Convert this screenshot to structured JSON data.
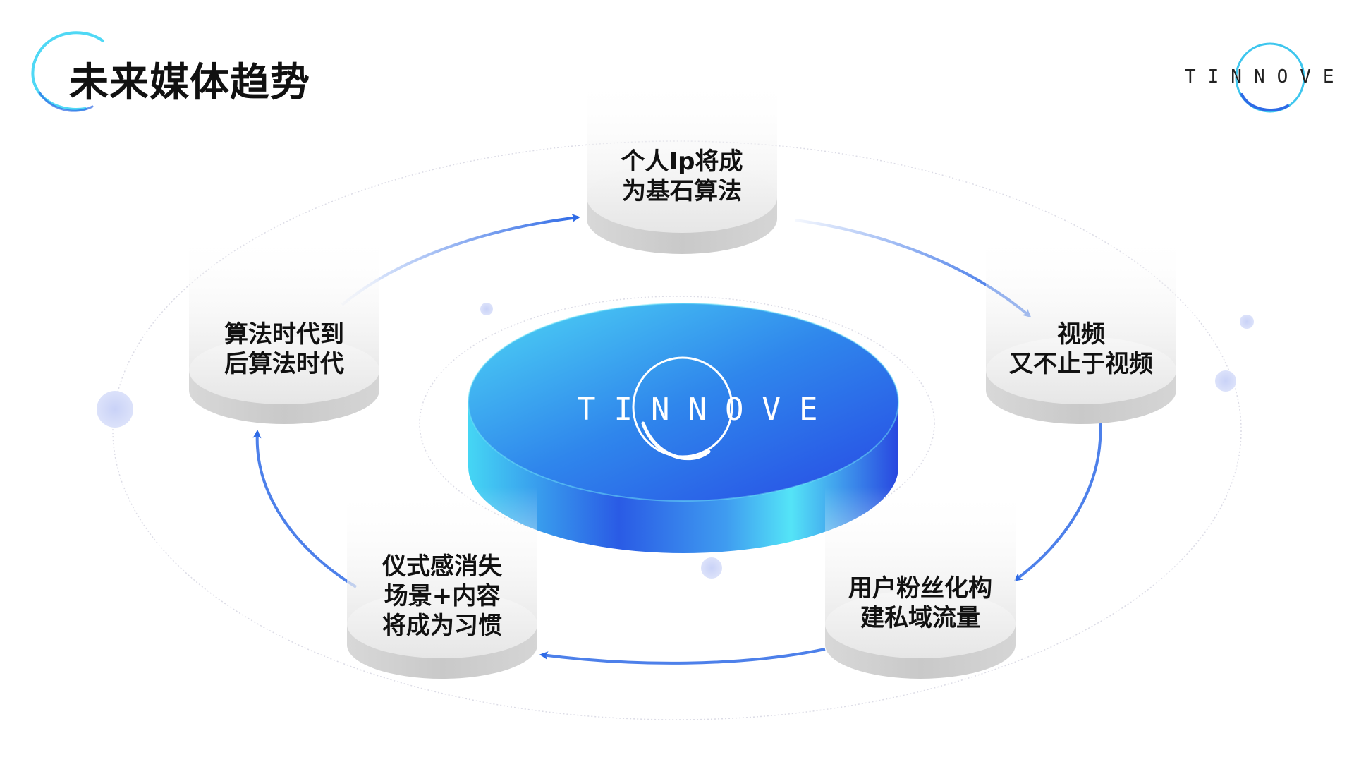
{
  "page": {
    "title": "未来媒体趋势"
  },
  "brand": {
    "name": "TINNOVE",
    "accent": "#2E6AE6",
    "accent_light": "#4FE0F5"
  },
  "cycle": {
    "nodes": [
      {
        "id": "top",
        "lines": [
          "个人Ip将成",
          "为基石算法"
        ]
      },
      {
        "id": "right",
        "lines": [
          "视频",
          "又不止于视频"
        ]
      },
      {
        "id": "bottom-right",
        "lines": [
          "用户粉丝化构",
          "建私域流量"
        ]
      },
      {
        "id": "bottom-left",
        "lines": [
          "仪式感消失",
          "场景+内容",
          "将成为习惯"
        ]
      },
      {
        "id": "left",
        "lines": [
          "算法时代到",
          "后算法时代"
        ]
      }
    ]
  }
}
